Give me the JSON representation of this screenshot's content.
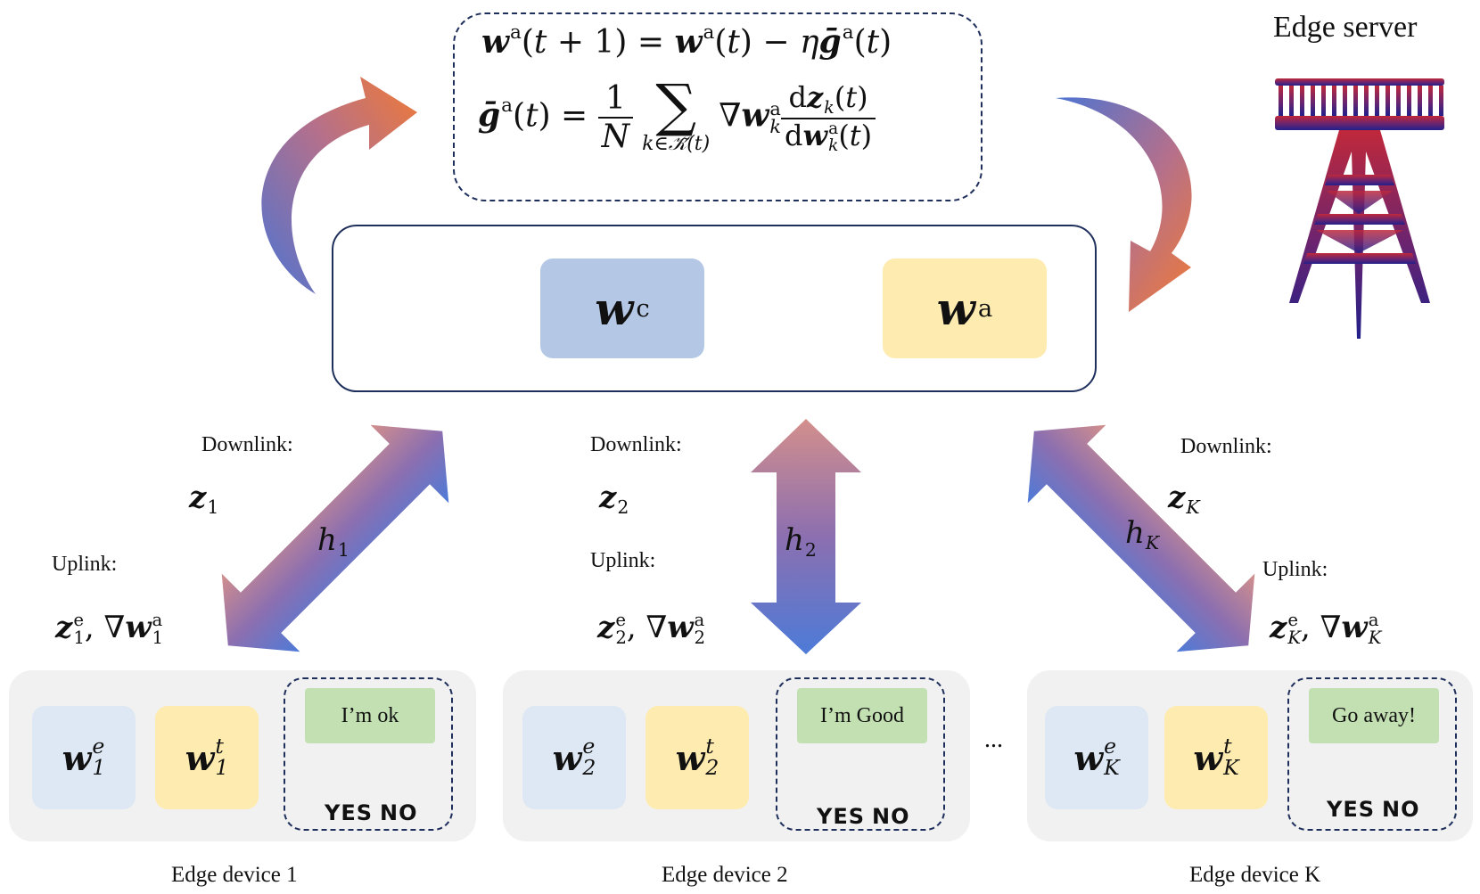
{
  "server": {
    "title": "Edge server"
  },
  "formula": {
    "eq1": "w^a(t+1) = w^a(t) − η ḡ^a(t)",
    "eq2": "ḡ^a(t) = (1/N) Σ_{k∈K̃(t)} ∇w_k^a · dz_k(t)/dw_k^a(t)"
  },
  "server_model": {
    "client_block": "w^c",
    "aux_block": "w^a"
  },
  "links": [
    {
      "downlink_label": "Downlink:",
      "downlink_value": "z_1",
      "uplink_label": "Uplink:",
      "uplink_value": "z_1^e, ∇w_1^a",
      "channel": "h_1"
    },
    {
      "downlink_label": "Downlink:",
      "downlink_value": "z_2",
      "uplink_label": "Uplink:",
      "uplink_value": "z_2^e, ∇w_2^a",
      "channel": "h_2"
    },
    {
      "downlink_label": "Downlink:",
      "downlink_value": "z_K",
      "uplink_label": "Uplink:",
      "uplink_value": "z_K^e, ∇w_K^a",
      "channel": "h_K"
    }
  ],
  "devices": [
    {
      "caption": "Edge device 1",
      "encoder": "w_1^e",
      "task": "w_1^t",
      "bubble": "I’m ok",
      "yes": "YES",
      "no": "NO"
    },
    {
      "caption": "Edge device 2",
      "encoder": "w_2^e",
      "task": "w_2^t",
      "bubble": "I’m Good",
      "yes": "YES",
      "no": "NO"
    },
    {
      "caption": "Edge device K",
      "encoder": "w_K^e",
      "task": "w_K^t",
      "bubble": "Go away!",
      "yes": "YES",
      "no": "NO"
    }
  ],
  "ellipsis": "...",
  "colors": {
    "frame": "#1f2f5c",
    "client_block": "#b4c8e6",
    "aux_block": "#fdebb0",
    "encoder_tile": "#dde8f4",
    "bubble": "#c2e0b2",
    "yes_icon": "#3dbb5e",
    "no_icon": "#e34b6a",
    "arrow_top": "#d08a8a",
    "arrow_bottom": "#4a78d4"
  }
}
